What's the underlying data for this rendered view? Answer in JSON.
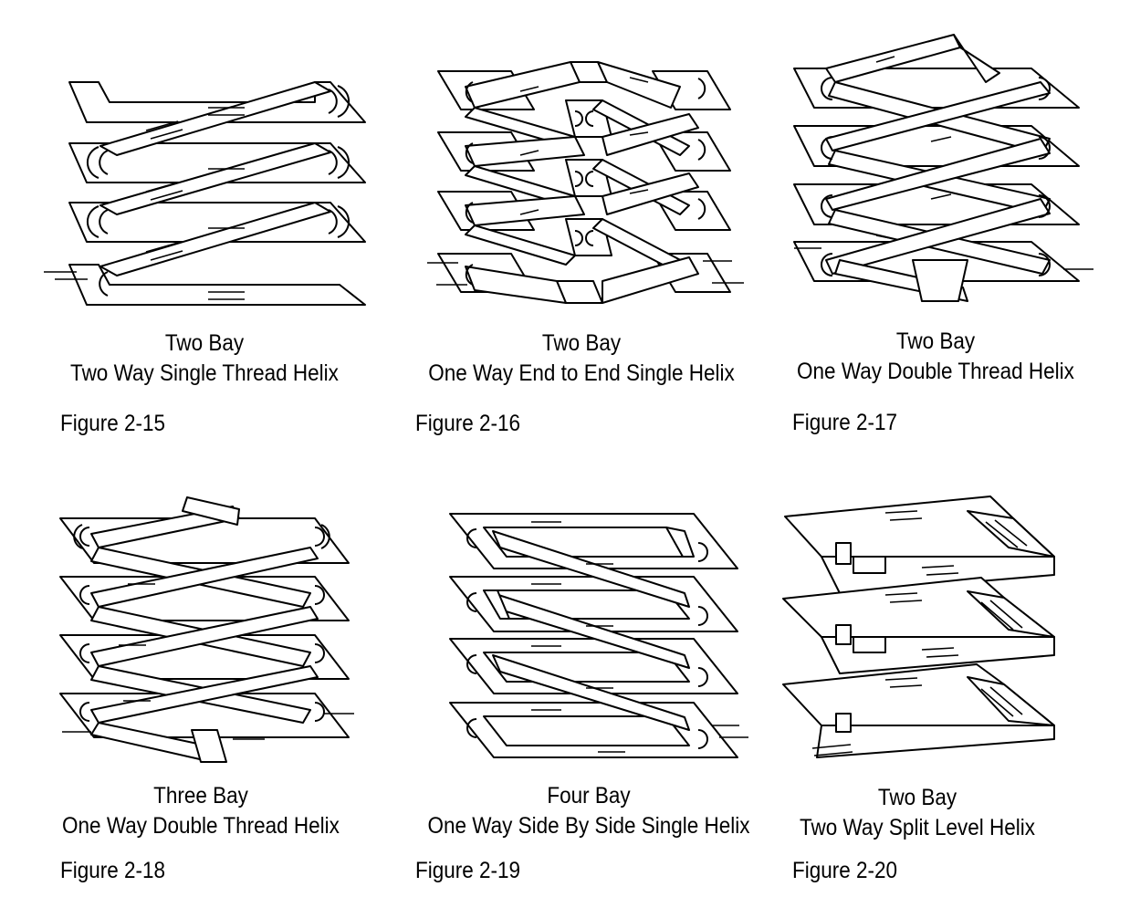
{
  "figures": [
    {
      "id": "fig15",
      "line1": "Two Bay",
      "line2": "Two Way Single Thread Helix",
      "label": "Figure 2-15"
    },
    {
      "id": "fig16",
      "line1": "Two Bay",
      "line2": "One Way End to End Single Helix",
      "label": "Figure 2-16"
    },
    {
      "id": "fig17",
      "line1": "Two Bay",
      "line2": "One Way Double Thread Helix",
      "label": "Figure 2-17"
    },
    {
      "id": "fig18",
      "line1": "Three Bay",
      "line2": "One Way Double Thread Helix",
      "label": "Figure 2-18"
    },
    {
      "id": "fig19",
      "line1": "Four Bay",
      "line2": "One Way Side By Side Single Helix",
      "label": "Figure 2-19"
    },
    {
      "id": "fig20",
      "line1": "Two Bay",
      "line2": "Two Way Split Level Helix",
      "label": "Figure 2-20"
    }
  ]
}
